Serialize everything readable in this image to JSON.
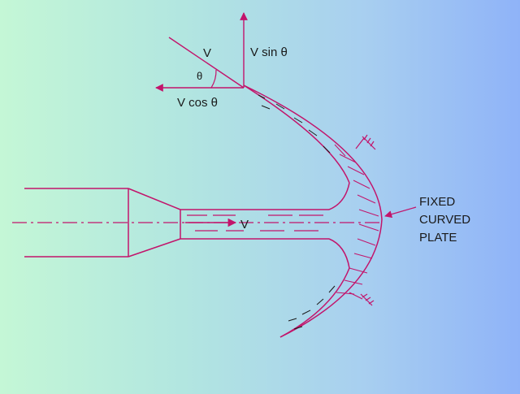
{
  "diagram": {
    "labels": {
      "jet_velocity": "V",
      "incoming_velocity": "V",
      "v_sin": "V sin θ",
      "v_cos": "V cos θ",
      "theta": "θ",
      "plate_line1": "FIXED",
      "plate_line2": "CURVED",
      "plate_line3": "PLATE"
    },
    "colors": {
      "line": "#c2146b",
      "water": "#1a1a1a",
      "hatch": "#c2146b"
    }
  }
}
